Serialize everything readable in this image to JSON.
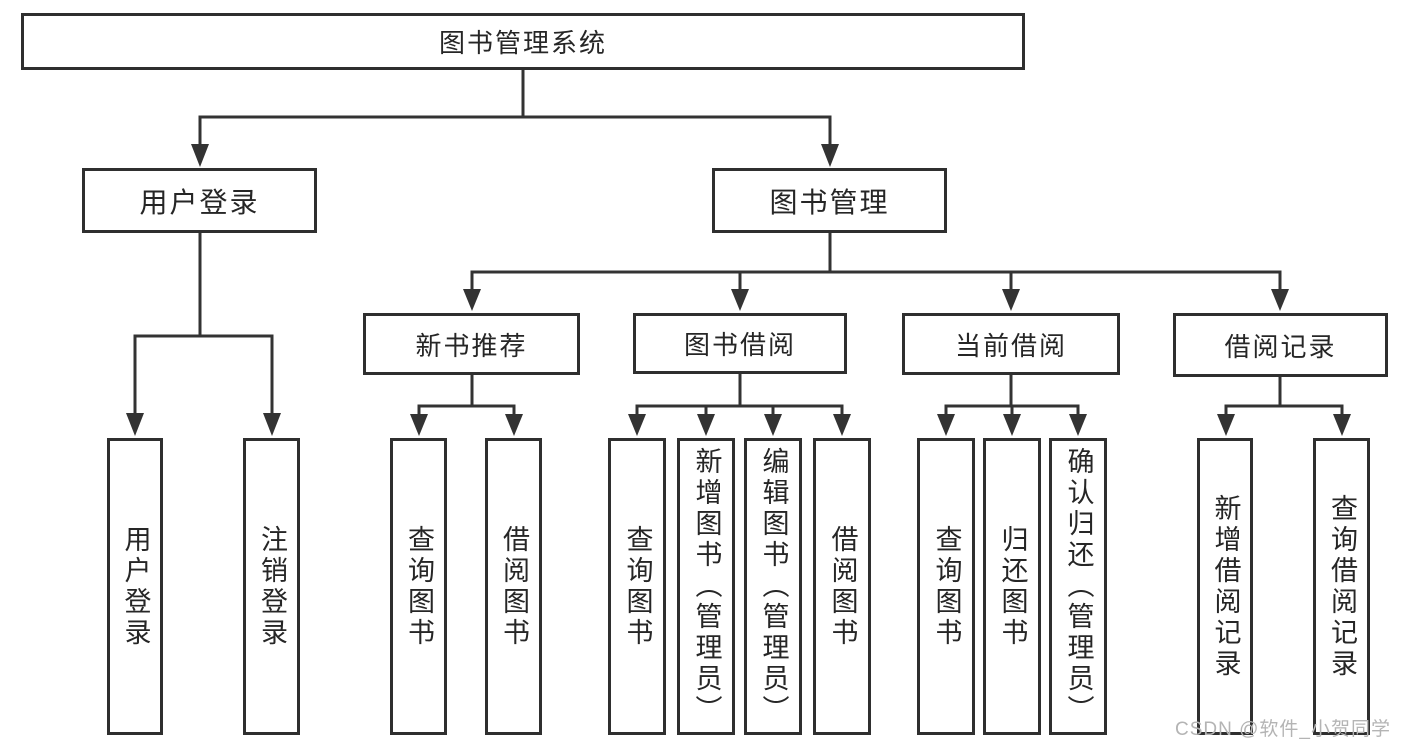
{
  "diagram": {
    "root": "图书管理系统",
    "level2": {
      "user_login": "用户登录",
      "book_management": "图书管理"
    },
    "level3": {
      "new_books": "新书推荐",
      "book_borrow": "图书借阅",
      "current_borrow": "当前借阅",
      "borrow_records": "借阅记录"
    },
    "leaves": {
      "user_login": "用户登录",
      "logout": "注销登录",
      "newbooks_query": "查询图书",
      "newbooks_borrow": "借阅图书",
      "borrow_query": "查询图书",
      "borrow_add": "新增图书（管理员）",
      "borrow_edit": "编辑图书（管理员）",
      "borrow_borrow": "借阅图书",
      "current_query": "查询图书",
      "current_return": "归还图书",
      "current_confirm": "确认归还（管理员）",
      "records_add": "新增借阅记录",
      "records_query": "查询借阅记录"
    }
  },
  "watermark": "CSDN @软件_小贺同学",
  "colors": {
    "line": "#333333",
    "box_border": "#2f2f2f",
    "text": "#262626",
    "watermark": "#b4b4b4",
    "background": "#ffffff"
  }
}
